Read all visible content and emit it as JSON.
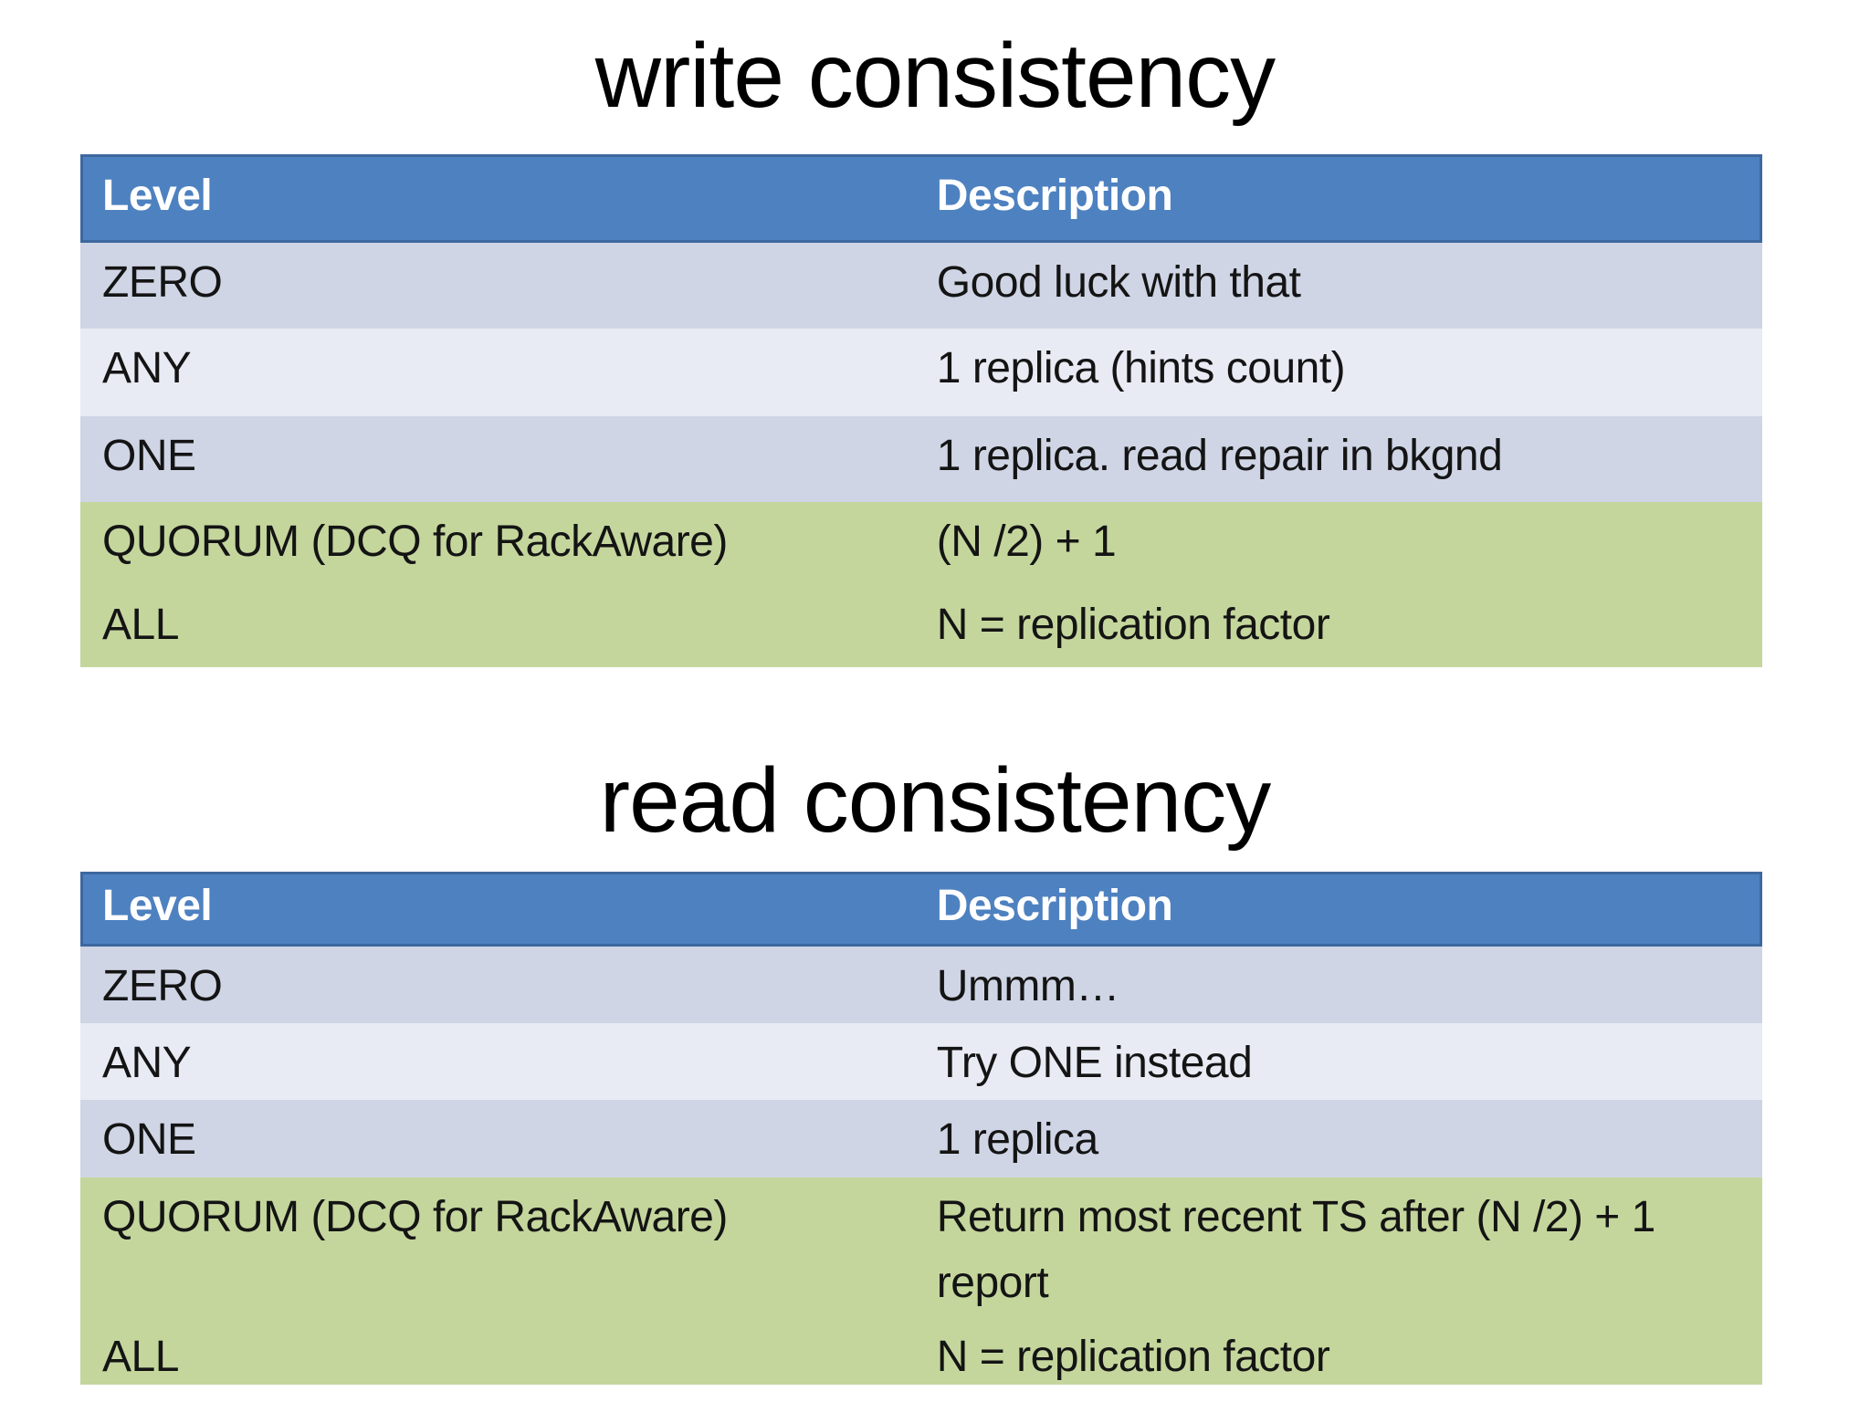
{
  "colors": {
    "slide_bg": "#ffffff",
    "title_text": "#000000",
    "header_bg": "#4e81c0",
    "header_border": "#3d689f",
    "header_text": "#ffffff",
    "band_dark": "#cfd5e5",
    "band_light": "#e8ebf4",
    "green": "#c5d69d",
    "body_text": "#141414"
  },
  "write_section": {
    "title": "write consistency",
    "header": {
      "level": "Level",
      "description": "Description"
    },
    "rows": [
      {
        "level": "ZERO",
        "description": "Good luck with that"
      },
      {
        "level": "ANY",
        "description": "1 replica (hints count)"
      },
      {
        "level": "ONE",
        "description": "1 replica. read repair in bkgnd"
      },
      {
        "level": "QUORUM (DCQ for RackAware)",
        "description": "(N /2) + 1"
      },
      {
        "level": "ALL",
        "description": "N = replication factor"
      }
    ]
  },
  "read_section": {
    "title": "read consistency",
    "header": {
      "level": "Level",
      "description": "Description"
    },
    "rows": [
      {
        "level": "ZERO",
        "description": "Ummm…"
      },
      {
        "level": "ANY",
        "description": "Try ONE instead"
      },
      {
        "level": "ONE",
        "description": "1 replica"
      },
      {
        "level": "QUORUM (DCQ for RackAware)",
        "description": "Return most recent TS after (N /2) + 1 report"
      },
      {
        "level": "ALL",
        "description": "N = replication factor"
      }
    ]
  }
}
